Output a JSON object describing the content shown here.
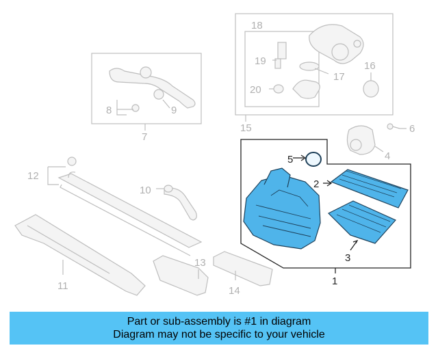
{
  "callouts": {
    "c1": "1",
    "c2": "2",
    "c3": "3",
    "c4": "4",
    "c5": "5",
    "c6": "6",
    "c7": "7",
    "c8": "8",
    "c9": "9",
    "c10": "10",
    "c11": "11",
    "c12": "12",
    "c13": "13",
    "c14": "14",
    "c15": "15",
    "c16": "16",
    "c17": "17",
    "c18": "18",
    "c19": "19",
    "c20": "20"
  },
  "banner": {
    "line1": "Part or sub-assembly is #1 in diagram",
    "line2": "Diagram may not be specific to your vehicle"
  },
  "colors": {
    "highlight_part": "#4fb4ea",
    "banner": "#55c3f5",
    "faded_part": "#b0b0b0"
  }
}
